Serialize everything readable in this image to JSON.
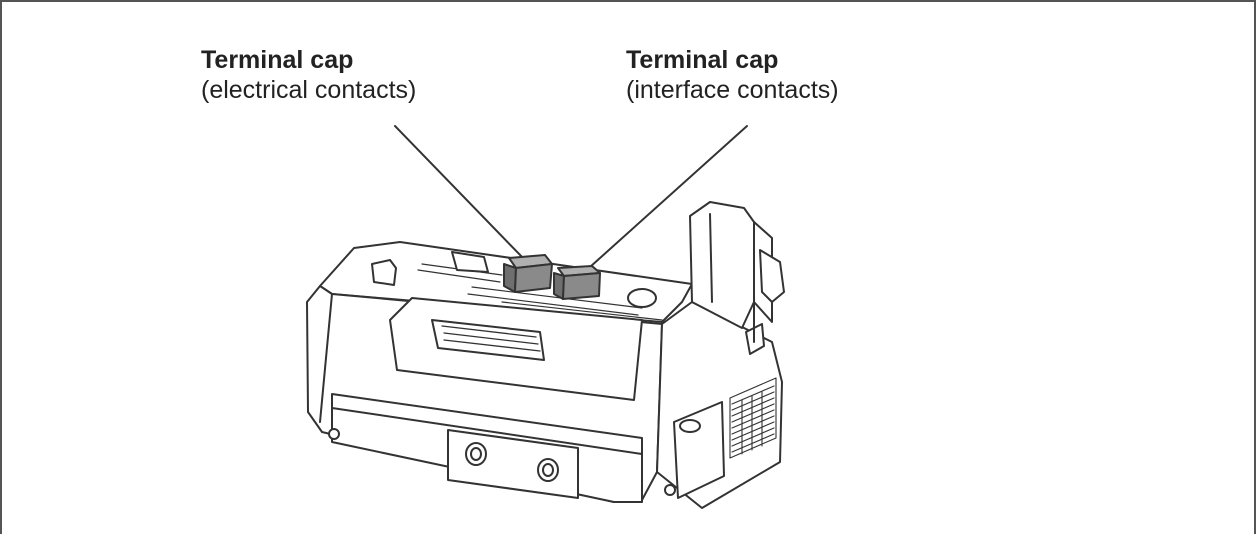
{
  "callouts": [
    {
      "title": "Terminal cap",
      "subtitle": "(electrical contacts)"
    },
    {
      "title": "Terminal cap",
      "subtitle": "(interface contacts)"
    }
  ],
  "colors": {
    "frame": "#555555",
    "text": "#222222",
    "line": "#333333",
    "cap_fill": "#8a8a8a"
  }
}
